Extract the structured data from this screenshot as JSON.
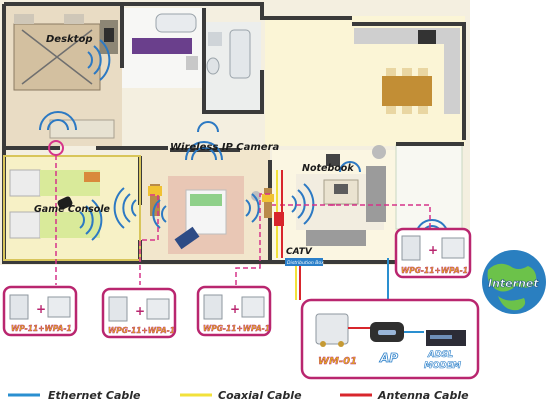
{
  "rooms": {
    "desktop": "Desktop",
    "wireless_ip_camera": "Wireless IP Camera",
    "game_console": "Game Console",
    "notebook": "Notebook",
    "catv": "CATV",
    "distribution_box": "Distribution Box"
  },
  "devices": {
    "box_left": "WP-11+WPA-1",
    "box_mid1": "WPG-11+WPA-1",
    "box_mid2": "WPG-11+WPA-1",
    "box_right": "WPG-11+WPA-1",
    "wm": "WM-01",
    "ap": "AP",
    "adsl": "ADSL\nMODEM",
    "adsl_line1": "ADSL",
    "adsl_line2": "MODEM",
    "internet": "Internet"
  },
  "legend": {
    "ethernet": "Ethernet Cable",
    "coaxial": "Coaxial Cable",
    "antenna": "Antenna Cable"
  },
  "colors": {
    "ethernet": "#2a8fd0",
    "coaxial": "#f2e13a",
    "antenna": "#d8262c",
    "dashed": "#d6338a",
    "box_border": "#b9266f",
    "wall": "#3a3a3a"
  }
}
